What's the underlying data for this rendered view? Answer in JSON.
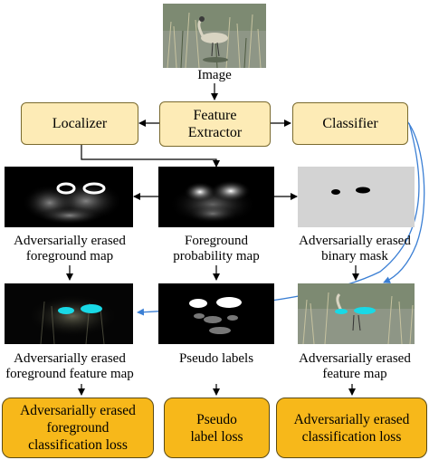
{
  "top_image": {
    "label": "Image"
  },
  "modules": {
    "localizer": "Localizer",
    "feature_extractor": "Feature\nExtractor",
    "classifier": "Classifier"
  },
  "row1": {
    "erased_foreground_map": "Adversarially erased\nforeground map",
    "foreground_probability_map": "Foreground\nprobability map",
    "binary_mask": "Adversarially erased\nbinary mask"
  },
  "row2": {
    "erased_foreground_feature_map": "Adversarially erased\nforeground feature map",
    "pseudo_labels": "Pseudo labels",
    "erased_feature_map": "Adversarially erased\nfeature map"
  },
  "losses": {
    "left": "Adversarially erased\nforeground\nclassification loss",
    "middle": "Pseudo\nlabel loss",
    "right": "Adversarially erased\nclassification loss"
  },
  "colors": {
    "module_fill": "#fdebb6",
    "loss_fill": "#f7b81a",
    "highlight_cyan": "#19d9e6",
    "feedback_arrow": "#3b7fd4"
  }
}
